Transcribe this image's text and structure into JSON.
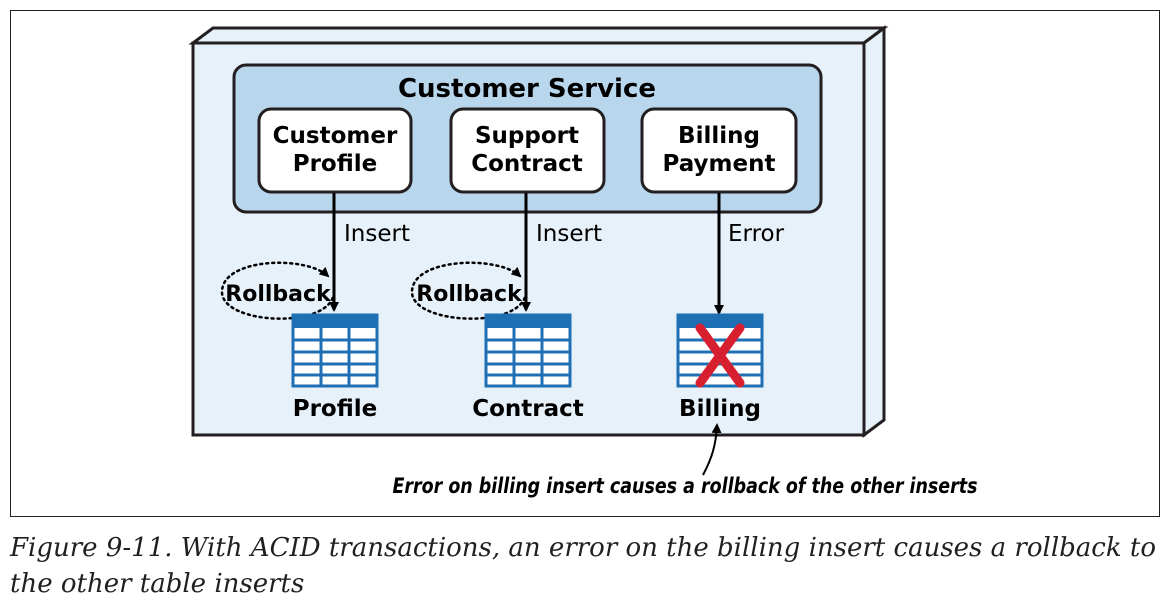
{
  "diagram": {
    "service_title": "Customer Service",
    "components": [
      {
        "line1": "Customer",
        "line2": "Profile"
      },
      {
        "line1": "Support",
        "line2": "Contract"
      },
      {
        "line1": "Billing",
        "line2": "Payment"
      }
    ],
    "arrow_labels": [
      "Insert",
      "Insert",
      "Error"
    ],
    "rollback_labels": [
      "Rollback",
      "Rollback"
    ],
    "tables": [
      "Profile",
      "Contract",
      "Billing"
    ],
    "annotation": "Error on billing insert causes a rollback of the other inserts",
    "colors": {
      "container_fill": "#e6f1fa",
      "service_fill": "#b8d6ec",
      "table_blue": "#1f6fb5",
      "error_red": "#d6202f",
      "outline": "#231f20"
    }
  },
  "caption": "Figure 9-11. With ACID transactions, an error on the billing insert causes a rollback to the other table inserts"
}
